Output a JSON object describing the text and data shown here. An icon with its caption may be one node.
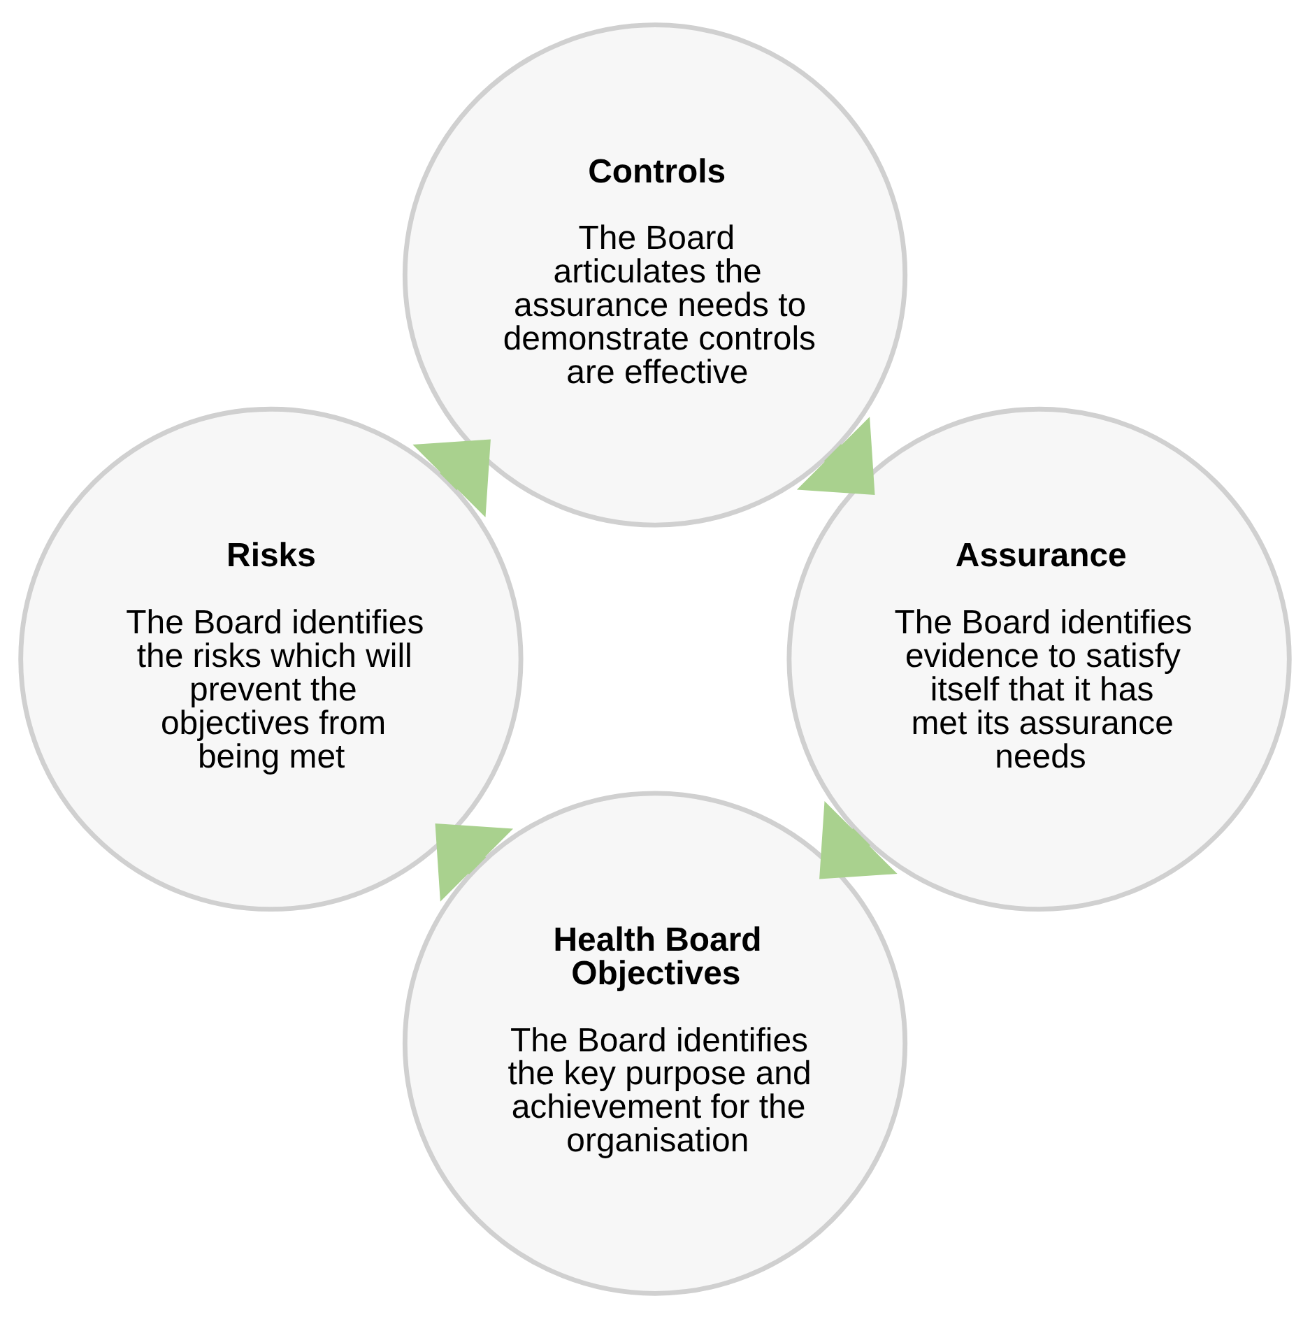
{
  "diagram": {
    "nodes": [
      {
        "text": [
          "Health Board Objectives",
          "The Board identifies the key purpose and achievement for the organisation"
        ]
      },
      {
        "text": [
          "Risks",
          "The Board identifies the risks which will prevent the objectives from being met"
        ]
      },
      {
        "text": [
          "Controls",
          "The Board articulates the assurance needs to demonstrate controls are effective"
        ]
      },
      {
        "text": [
          "Assurance",
          "The Board identifies evidence to satisfy itself that it has met its assurance needs"
        ]
      }
    ],
    "edges": [
      {
        "from": 0,
        "to": 1,
        "arrow": "to"
      },
      {
        "from": 1,
        "to": 2,
        "arrow": "to"
      },
      {
        "from": 2,
        "to": 3,
        "arrow": "to"
      },
      {
        "from": 3,
        "to": 0,
        "arrow": "to"
      }
    ]
  }
}
